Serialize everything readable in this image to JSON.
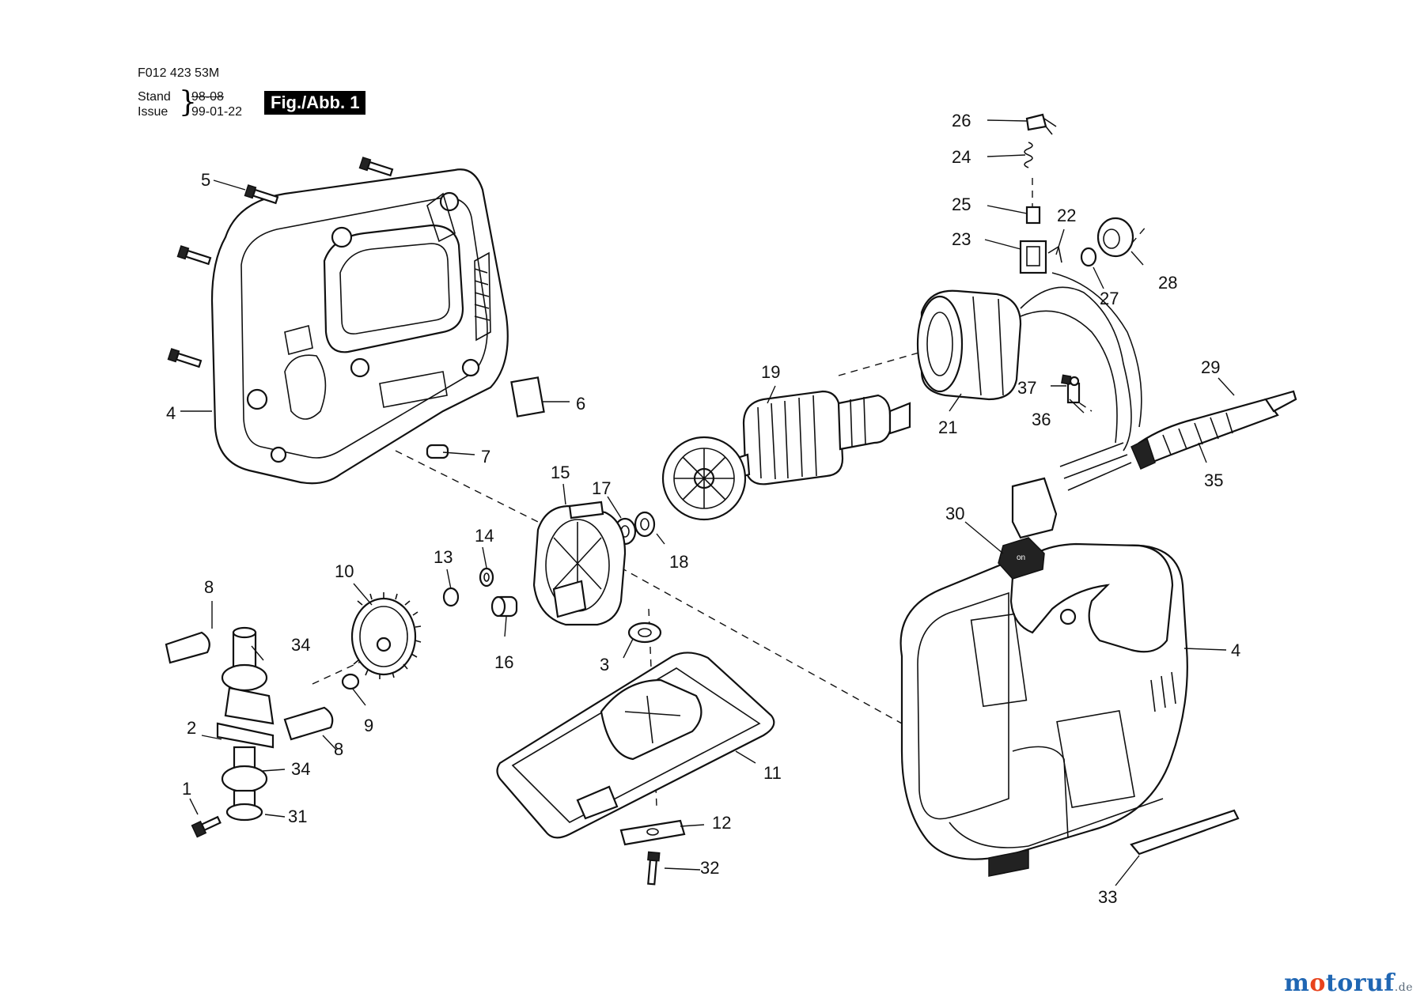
{
  "header": {
    "doc_number": "F012 423 53M",
    "stand_label": "Stand",
    "issue_label": "Issue",
    "stand_date": "98-08",
    "issue_date": "99-01-22",
    "figure_label": "Fig./Abb. 1"
  },
  "watermark": {
    "part1": "m",
    "part2": "o",
    "part3": "toruf",
    "suffix": ".de",
    "colors": {
      "blue": "#1f66b3",
      "orange": "#e8431d"
    }
  },
  "callouts": {
    "c1": "1",
    "c2": "2",
    "c3": "3",
    "c4a": "4",
    "c4b": "4",
    "c5": "5",
    "c6": "6",
    "c7": "7",
    "c8a": "8",
    "c8b": "8",
    "c9": "9",
    "c10": "10",
    "c11": "11",
    "c12": "12",
    "c13": "13",
    "c14": "14",
    "c15": "15",
    "c16": "16",
    "c17": "17",
    "c18": "18",
    "c19": "19",
    "c21": "21",
    "c22": "22",
    "c23": "23",
    "c24": "24",
    "c25": "25",
    "c26": "26",
    "c27": "27",
    "c28": "28",
    "c29": "29",
    "c30": "30",
    "c31": "31",
    "c32": "32",
    "c33": "33",
    "c34a": "34",
    "c34b": "34",
    "c35": "35",
    "c36": "36",
    "c37": "37"
  },
  "switch_text": "on"
}
